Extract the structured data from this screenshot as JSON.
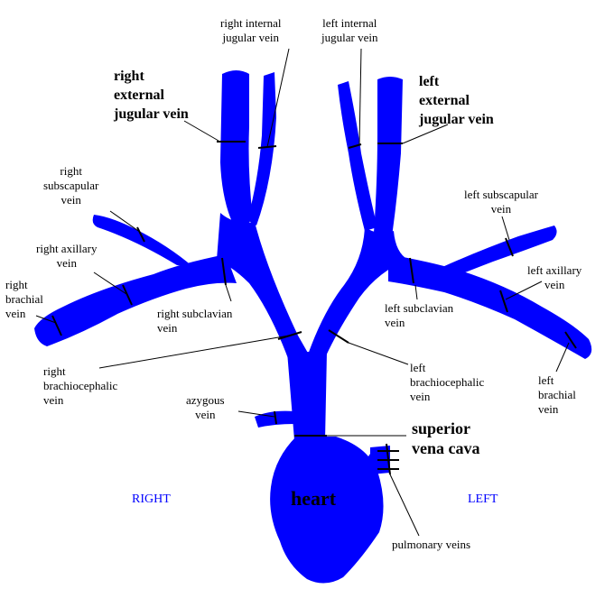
{
  "colors": {
    "vein": "#0000ff",
    "line": "#000000",
    "side_label": "#0000ff",
    "background": "#ffffff"
  },
  "labels": {
    "right_internal_jugular": "right internal\njugular vein",
    "left_internal_jugular": "left internal\njugular vein",
    "right_external_jugular": "right\nexternal\njugular vein",
    "left_external_jugular": "left\nexternal\njugular vein",
    "right_subscapular": "right\nsubscapular\nvein",
    "left_subscapular": "left subscapular\nvein",
    "right_axillary": "right axillary\nvein",
    "left_axillary": "left axillary\nvein",
    "right_brachial": "right\nbrachial\nvein",
    "left_brachial": "left\nbrachial\nvein",
    "right_subclavian": "right subclavian\nvein",
    "left_subclavian": "left subclavian\nvein",
    "right_brachiocephalic": "right\nbrachiocephalic\nvein",
    "left_brachiocephalic": "left\nbrachiocephalic\nvein",
    "azygous": "azygous\nvein",
    "superior_vena_cava": "superior\nvena cava",
    "heart": "heart",
    "pulmonary_veins": "pulmonary veins",
    "right_side": "RIGHT",
    "left_side": "LEFT"
  }
}
